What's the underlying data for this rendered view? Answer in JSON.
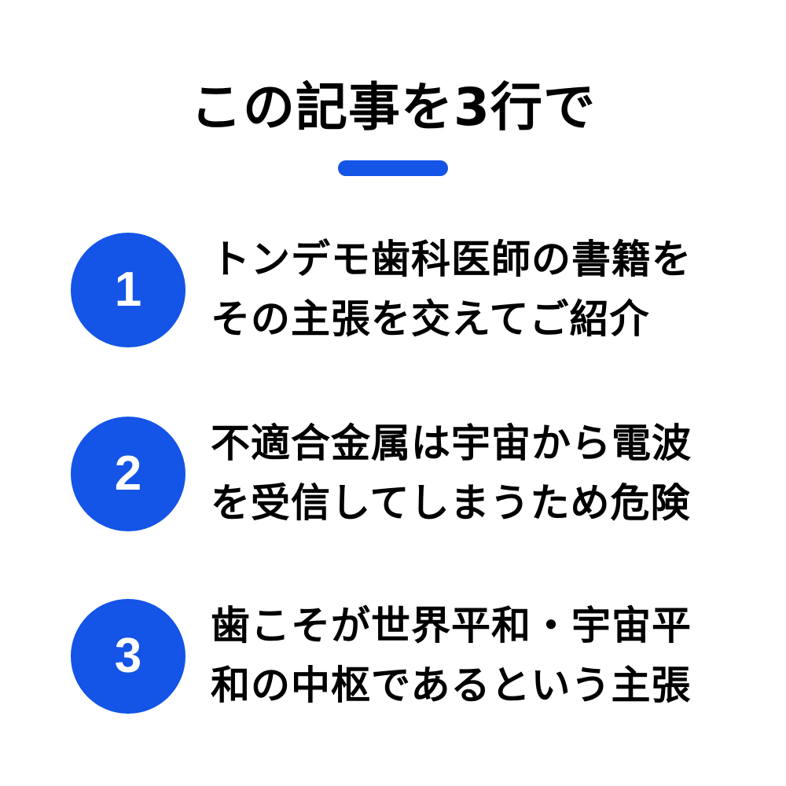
{
  "title": "この記事を3行で",
  "accent_color": "#1454e6",
  "points": [
    {
      "number": "1",
      "lines": [
        "トンデモ歯科医師の書籍を",
        "その主張を交えてご紹介"
      ]
    },
    {
      "number": "2",
      "lines": [
        "不適合金属は宇宙から電波",
        "を受信してしまうため危険"
      ]
    },
    {
      "number": "3",
      "lines": [
        "歯こそが世界平和・宇宙平",
        "和の中枢であるという主張"
      ]
    }
  ]
}
